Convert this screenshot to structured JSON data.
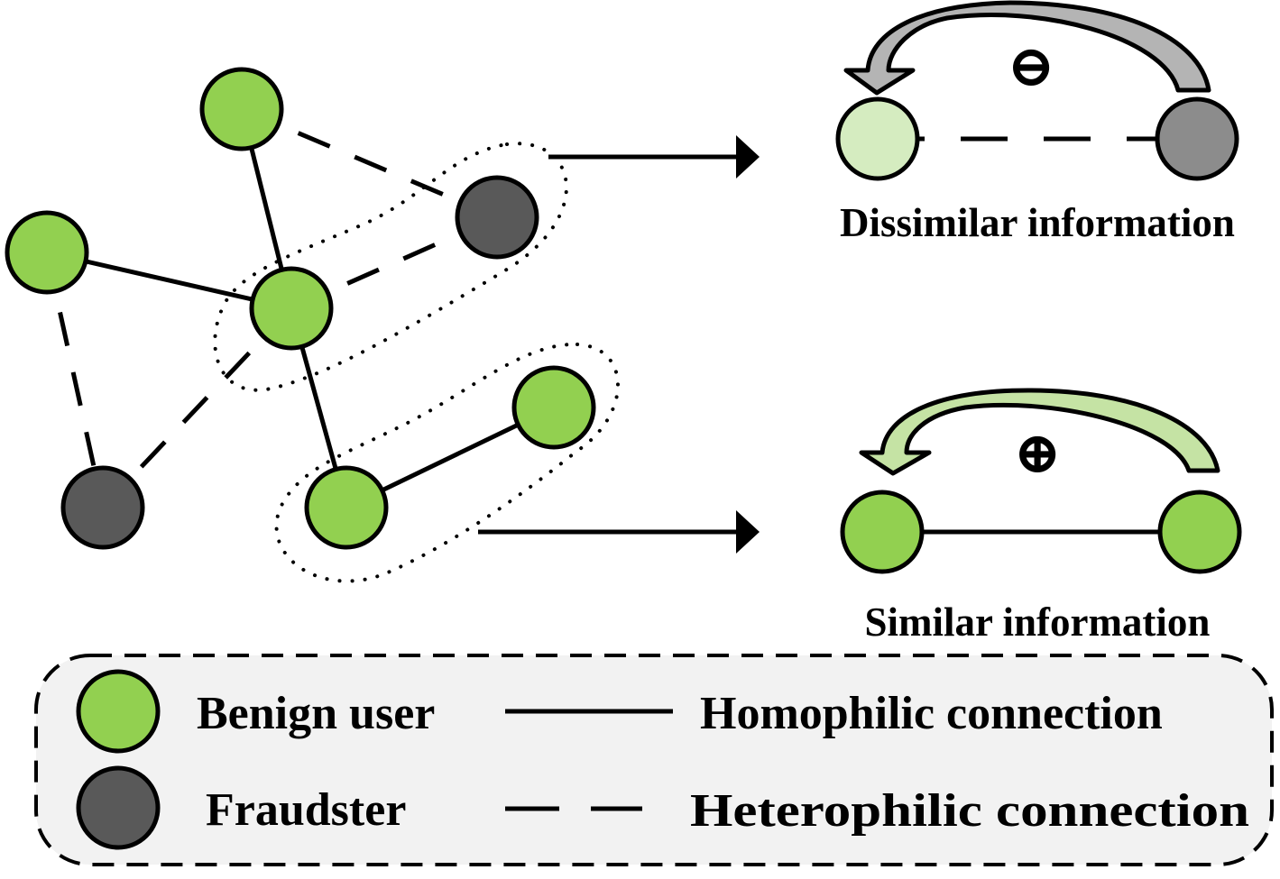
{
  "colors": {
    "benign": "#92d050",
    "fraudster": "#595959",
    "benign_light": "#d5ecc0",
    "fraudster_light": "#8c8c8c",
    "arrow_grey": "#b4b4b4",
    "arrow_green": "#c5e3a4",
    "legend_bg": "#f2f2f2"
  },
  "top_right": {
    "label": "Dissimilar information",
    "symbol": "⊖",
    "left_node": "benign-light",
    "right_node": "fraudster-light",
    "connection": "heterophilic"
  },
  "bottom_right": {
    "label": "Similar information",
    "symbol": "⊕",
    "left_node": "benign",
    "right_node": "benign",
    "connection": "homophilic"
  },
  "legend": {
    "benign_label": "Benign user",
    "fraudster_label": "Fraudster",
    "homophilic_label": "Homophilic connection",
    "heterophilic_label": "Heterophilic connection"
  }
}
